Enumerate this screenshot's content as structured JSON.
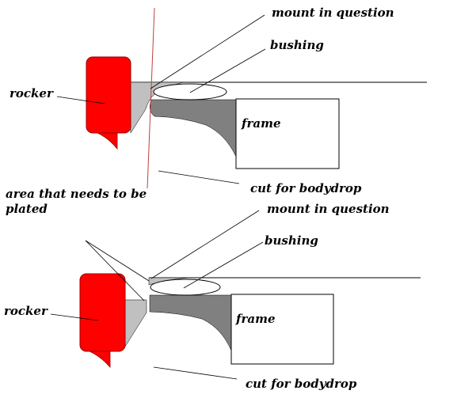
{
  "title": "Rocker mount / bodydrop cut diagram",
  "colors": {
    "rocker": "#ff0000",
    "rocker_stroke": "#b00000",
    "mount": "#c0c0c0",
    "frame_bracket": "#808080",
    "cut_line": "#c04040",
    "line": "#000000"
  },
  "top_panel": {
    "labels": {
      "mount": "mount in question",
      "bushing": "bushing",
      "rocker": "rocker",
      "frame": "frame",
      "cut": "cut for bodydrop",
      "area_line1": "area that needs to be",
      "area_line2": "plated"
    }
  },
  "bottom_panel": {
    "labels": {
      "mount": "mount in question",
      "bushing": "bushing",
      "rocker": "rocker",
      "frame": "frame",
      "cut": "cut for bodydrop"
    }
  }
}
